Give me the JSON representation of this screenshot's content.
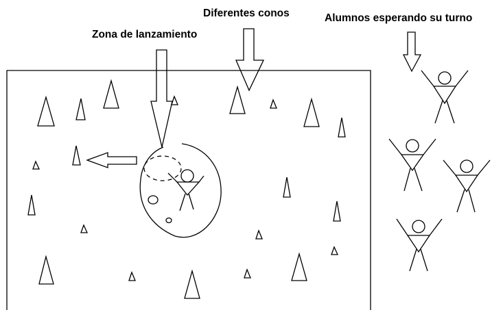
{
  "labels": {
    "cones": "Diferentes conos",
    "launch_zone": "Zona de lanzamiento",
    "waiting_students": "Alumnos esperando su turno"
  },
  "icons": {
    "cone": "cone-icon",
    "student": "student-figure-icon",
    "arrow": "outline-arrow-icon"
  },
  "colors": {
    "ink": "#000000",
    "background": "#ffffff"
  }
}
